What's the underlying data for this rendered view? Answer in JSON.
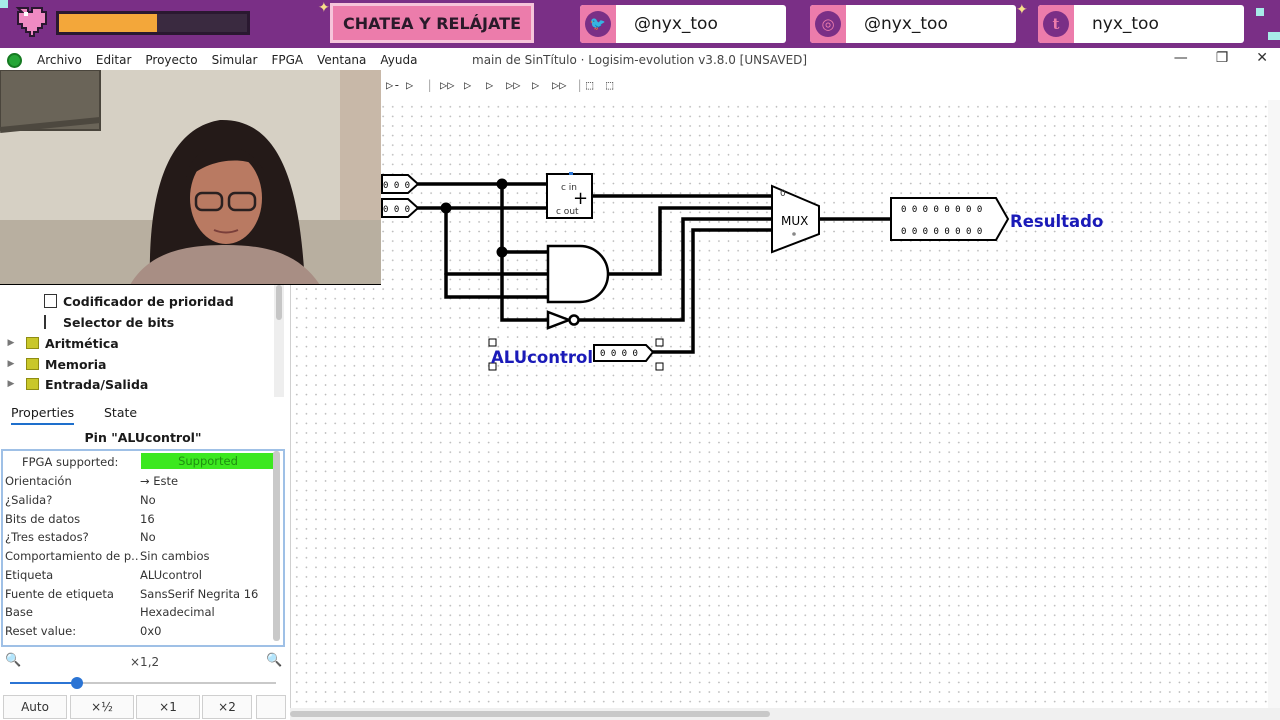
{
  "overlay": {
    "chat_label": "CHATEA Y RELÁJATE",
    "life_level": 0.52,
    "socials": [
      {
        "icon": "twitter-icon",
        "glyph": "🐦",
        "handle": "@nyx_too"
      },
      {
        "icon": "instagram-icon",
        "glyph": "◎",
        "handle": "@nyx_too"
      },
      {
        "icon": "tumblr-icon",
        "glyph": "t",
        "handle": "nyx_too"
      }
    ],
    "colors": {
      "banner": "#7a2f86",
      "pink": "#ec7cab",
      "orange": "#f3a73a"
    }
  },
  "window": {
    "title": "main de SinTítulo · Logisim-evolution v3.8.0 [UNSAVED]",
    "menu": [
      "Archivo",
      "Editar",
      "Proyecto",
      "Simular",
      "FPGA",
      "Ventana",
      "Ayuda"
    ],
    "controls": [
      "—",
      "❐",
      "✕"
    ]
  },
  "toolbar": {
    "tools": [
      "▷-",
      "▷",
      "|",
      "▷▷",
      "▷",
      "▷",
      "▷▷",
      "▷",
      "▷▷",
      "|",
      "⬚",
      "⬚"
    ]
  },
  "tree": {
    "items": [
      {
        "label": "Codificador de prioridad",
        "kind": "item"
      },
      {
        "label": "Selector de bits",
        "kind": "item"
      },
      {
        "label": "Aritmética",
        "kind": "folder"
      },
      {
        "label": "Memoria",
        "kind": "folder"
      },
      {
        "label": "Entrada/Salida",
        "kind": "folder"
      }
    ]
  },
  "tabs": {
    "properties": "Properties",
    "state": "State"
  },
  "pin_title": "Pin \"ALUcontrol\"",
  "properties": [
    {
      "key": "FPGA supported:",
      "value": "Supported",
      "badge": true
    },
    {
      "key": "Orientación",
      "value": "→ Este"
    },
    {
      "key": "¿Salida?",
      "value": "No"
    },
    {
      "key": "Bits de datos",
      "value": "16"
    },
    {
      "key": "¿Tres estados?",
      "value": "No"
    },
    {
      "key": "Comportamiento de p...",
      "value": "Sin cambios"
    },
    {
      "key": "Etiqueta",
      "value": "ALUcontrol"
    },
    {
      "key": "Fuente de etiqueta",
      "value": "SansSerif Negrita 16"
    },
    {
      "key": "Base",
      "value": "Hexadecimal"
    },
    {
      "key": "Reset value:",
      "value": "0x0"
    }
  ],
  "zoom": {
    "value": "×1,2",
    "level": 0.25,
    "buttons": [
      "Auto",
      "×½",
      "×1",
      "×2"
    ]
  },
  "circuit": {
    "pin_a": "0 0 0",
    "pin_b": "0 0 0",
    "adder_cin": "c in",
    "adder_cout": "c out",
    "adder_symbol": "+",
    "mux_label": "MUX",
    "mux_sel0": "0",
    "alucontrol_label": "ALUcontrol",
    "alucontrol_value": "0 0 0 0",
    "output_row1": "0 0 0 0 0 0 0 0",
    "output_row2": "0 0 0 0 0 0 0 0",
    "output_label": "Resultado",
    "label_color": "#1a1ab8"
  }
}
